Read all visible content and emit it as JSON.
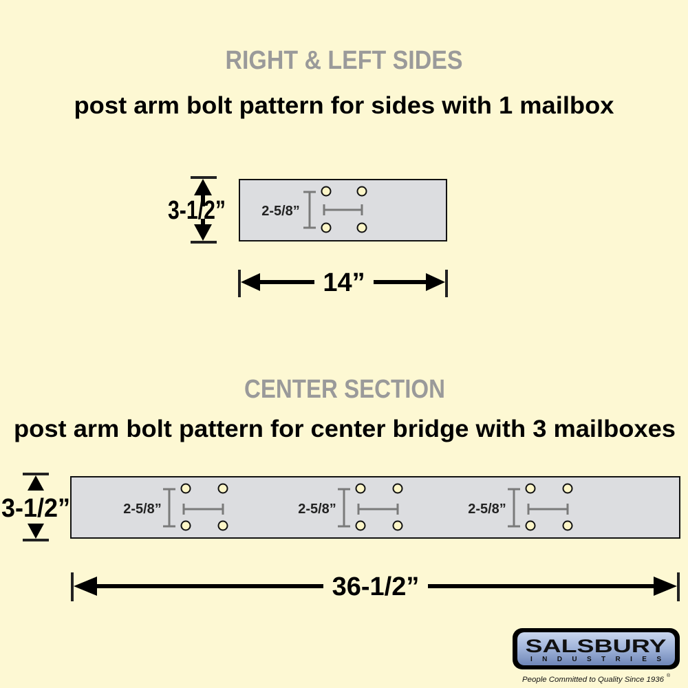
{
  "top": {
    "title": "RIGHT & LEFT SIDES",
    "subtitle": "post arm bolt pattern for sides with 1 mailbox",
    "height_label": "3-1/2”",
    "width_label": "14”",
    "bolt_spacing_label": "2-5/8”"
  },
  "center": {
    "title": "CENTER SECTION",
    "subtitle": "post arm bolt pattern for center bridge with 3 mailboxes",
    "height_label": "3-1/2”",
    "width_label": "36-1/2”",
    "bolt_spacing_labels": [
      "2-5/8”",
      "2-5/8”",
      "2-5/8”"
    ]
  },
  "logo": {
    "name": "SALSBURY",
    "sub": "INDUSTRIES",
    "tagline": "People Committed to Quality Since 1936",
    "registered": "®"
  },
  "colors": {
    "background": "#fdf8d3",
    "plate": "#dcdde0",
    "title_gray": "#9a9a9a"
  }
}
